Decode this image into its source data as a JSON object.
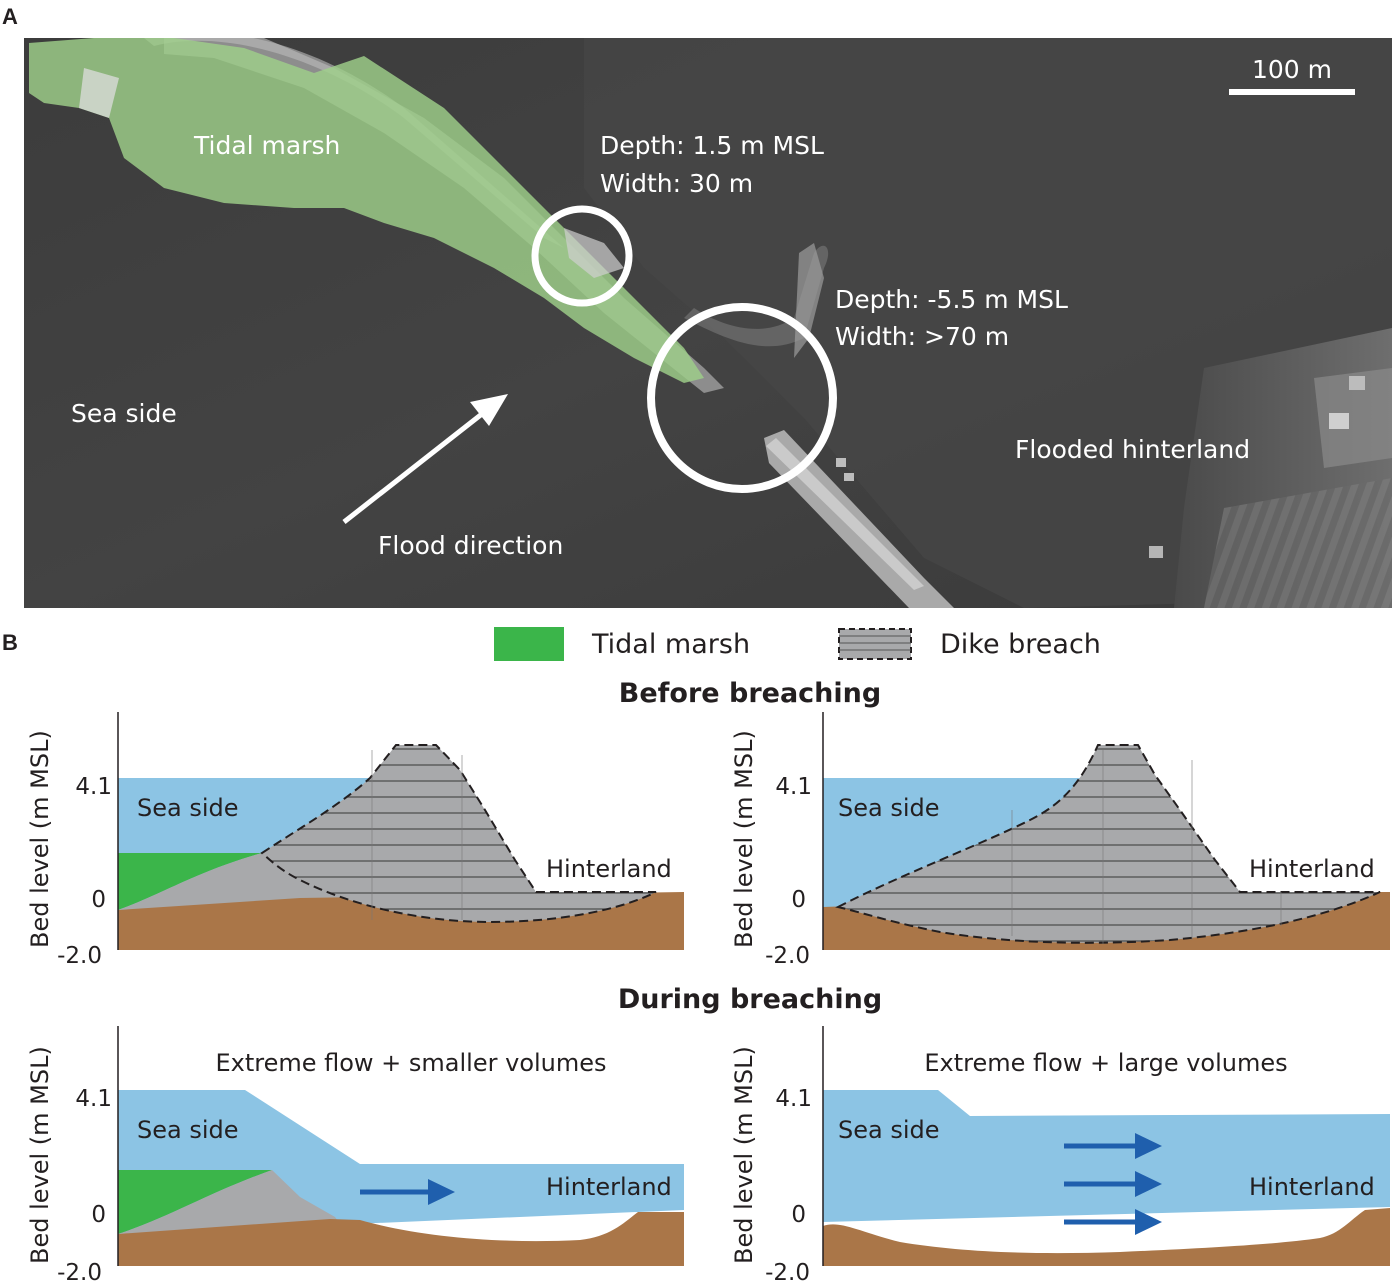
{
  "panel_a": {
    "letter": "A",
    "scale_bar": "100 m",
    "labels": {
      "tidal_marsh": "Tidal marsh",
      "small_breach_depth": "Depth: 1.5 m MSL",
      "small_breach_width": "Width: 30 m",
      "large_breach_depth": "Depth: -5.5 m MSL",
      "large_breach_width": "Width: >70 m",
      "sea_side": "Sea side",
      "flooded_hinterland": "Flooded hinterland",
      "flood_direction": "Flood direction"
    }
  },
  "panel_b": {
    "letter": "B",
    "legend": {
      "marsh": "Tidal marsh",
      "breach": "Dike breach"
    },
    "before_title": "Before breaching",
    "during_title": "During breaching",
    "ylabel": "Bed level (m MSL)",
    "yticks": [
      "4.1",
      "0",
      "-2.0"
    ],
    "sea_side": "Sea side",
    "hinterland": "Hinterland",
    "caption_small": "Extreme flow + smaller volumes",
    "caption_large": "Extreme flow + large volumes"
  },
  "colors": {
    "marsh": "#3bb54a",
    "water": "#8cc4e4",
    "soil": "#aa7648",
    "dike": "#a8a9ab",
    "arrow": "#1f5fad"
  }
}
